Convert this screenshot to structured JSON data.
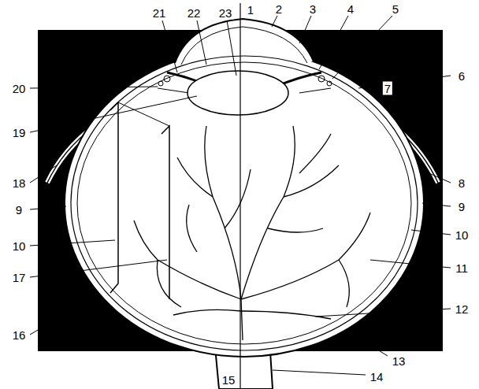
{
  "diagram": {
    "labels": [
      "1",
      "2",
      "3",
      "4",
      "5",
      "6",
      "7",
      "8",
      "9",
      "10",
      "11",
      "12",
      "13",
      "14",
      "15",
      "16",
      "17",
      "18",
      "9",
      "10",
      "19",
      "20",
      "21",
      "22",
      "23"
    ]
  }
}
